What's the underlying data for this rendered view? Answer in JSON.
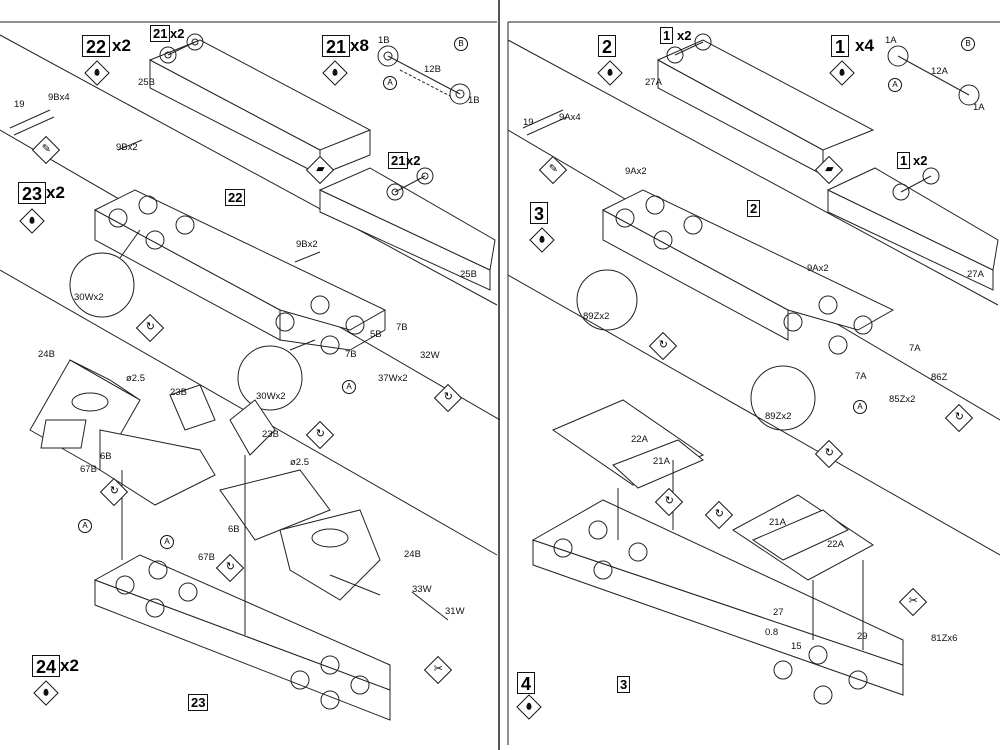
{
  "left": {
    "steps": [
      {
        "num": "22",
        "qty": "x2"
      },
      {
        "num": "23",
        "qty": "x2"
      },
      {
        "num": "24",
        "qty": "x2"
      }
    ],
    "parts": [
      {
        "num": "21",
        "qty": "x2"
      },
      {
        "num": "21",
        "qty": "x8"
      },
      {
        "num": "21",
        "qty": "x2"
      }
    ],
    "labels": {
      "l25b_top": "25B",
      "l25b_bot": "25B",
      "l1b_a": "1B",
      "l1b_b": "1B",
      "l12b": "12B",
      "l19": "19",
      "l9bx4": "9Bx4",
      "l9bx2_a": "9Bx2",
      "l9bx2_b": "9Bx2",
      "l22": "22",
      "l30wx2_a": "30Wx2",
      "l30wx2_b": "30Wx2",
      "l7b_a": "7B",
      "l7b_b": "7B",
      "l5b": "5B",
      "l32w": "32W",
      "l37wx2": "37Wx2",
      "l24b_a": "24B",
      "l24b_b": "24B",
      "l23b_a": "23B",
      "l23b_b": "23B",
      "ld25_a": "ø2.5",
      "ld25_b": "ø2.5",
      "l6b_a": "6B",
      "l6b_b": "6B",
      "l67b_a": "67B",
      "l67b_b": "67B",
      "l33w": "33W",
      "l31w": "31W",
      "l23": "23",
      "ca": "A",
      "cb": "B"
    }
  },
  "right": {
    "steps": [
      {
        "num": "2",
        "qty": ""
      },
      {
        "num": "3",
        "qty": ""
      },
      {
        "num": "4",
        "qty": ""
      }
    ],
    "parts": [
      {
        "num": "1",
        "qty": "x2"
      },
      {
        "num": "1",
        "qty": "x4"
      },
      {
        "num": "1",
        "qty": "x2"
      }
    ],
    "labels": {
      "l27a_top": "27A",
      "l27a_bot": "27A",
      "l1a_a": "1A",
      "l1a_b": "1A",
      "l12a": "12A",
      "l19": "19",
      "l9ax4": "9Ax4",
      "l9ax2_a": "9Ax2",
      "l9ax2_b": "9Ax2",
      "l2": "2",
      "l89zx2_a": "89Zx2",
      "l89zx2_b": "89Zx2",
      "l7a_a": "7A",
      "l7a_b": "7A",
      "l86z": "86Z",
      "l85zx2": "85Zx2",
      "l22a_a": "22A",
      "l22a_b": "22A",
      "l21a_a": "21A",
      "l21a_b": "21A",
      "l27": "27",
      "l08": "0.8",
      "l15": "15",
      "l29": "29",
      "l81zx6": "81Zx6",
      "l3": "3",
      "ca": "A",
      "cb": "B"
    }
  }
}
